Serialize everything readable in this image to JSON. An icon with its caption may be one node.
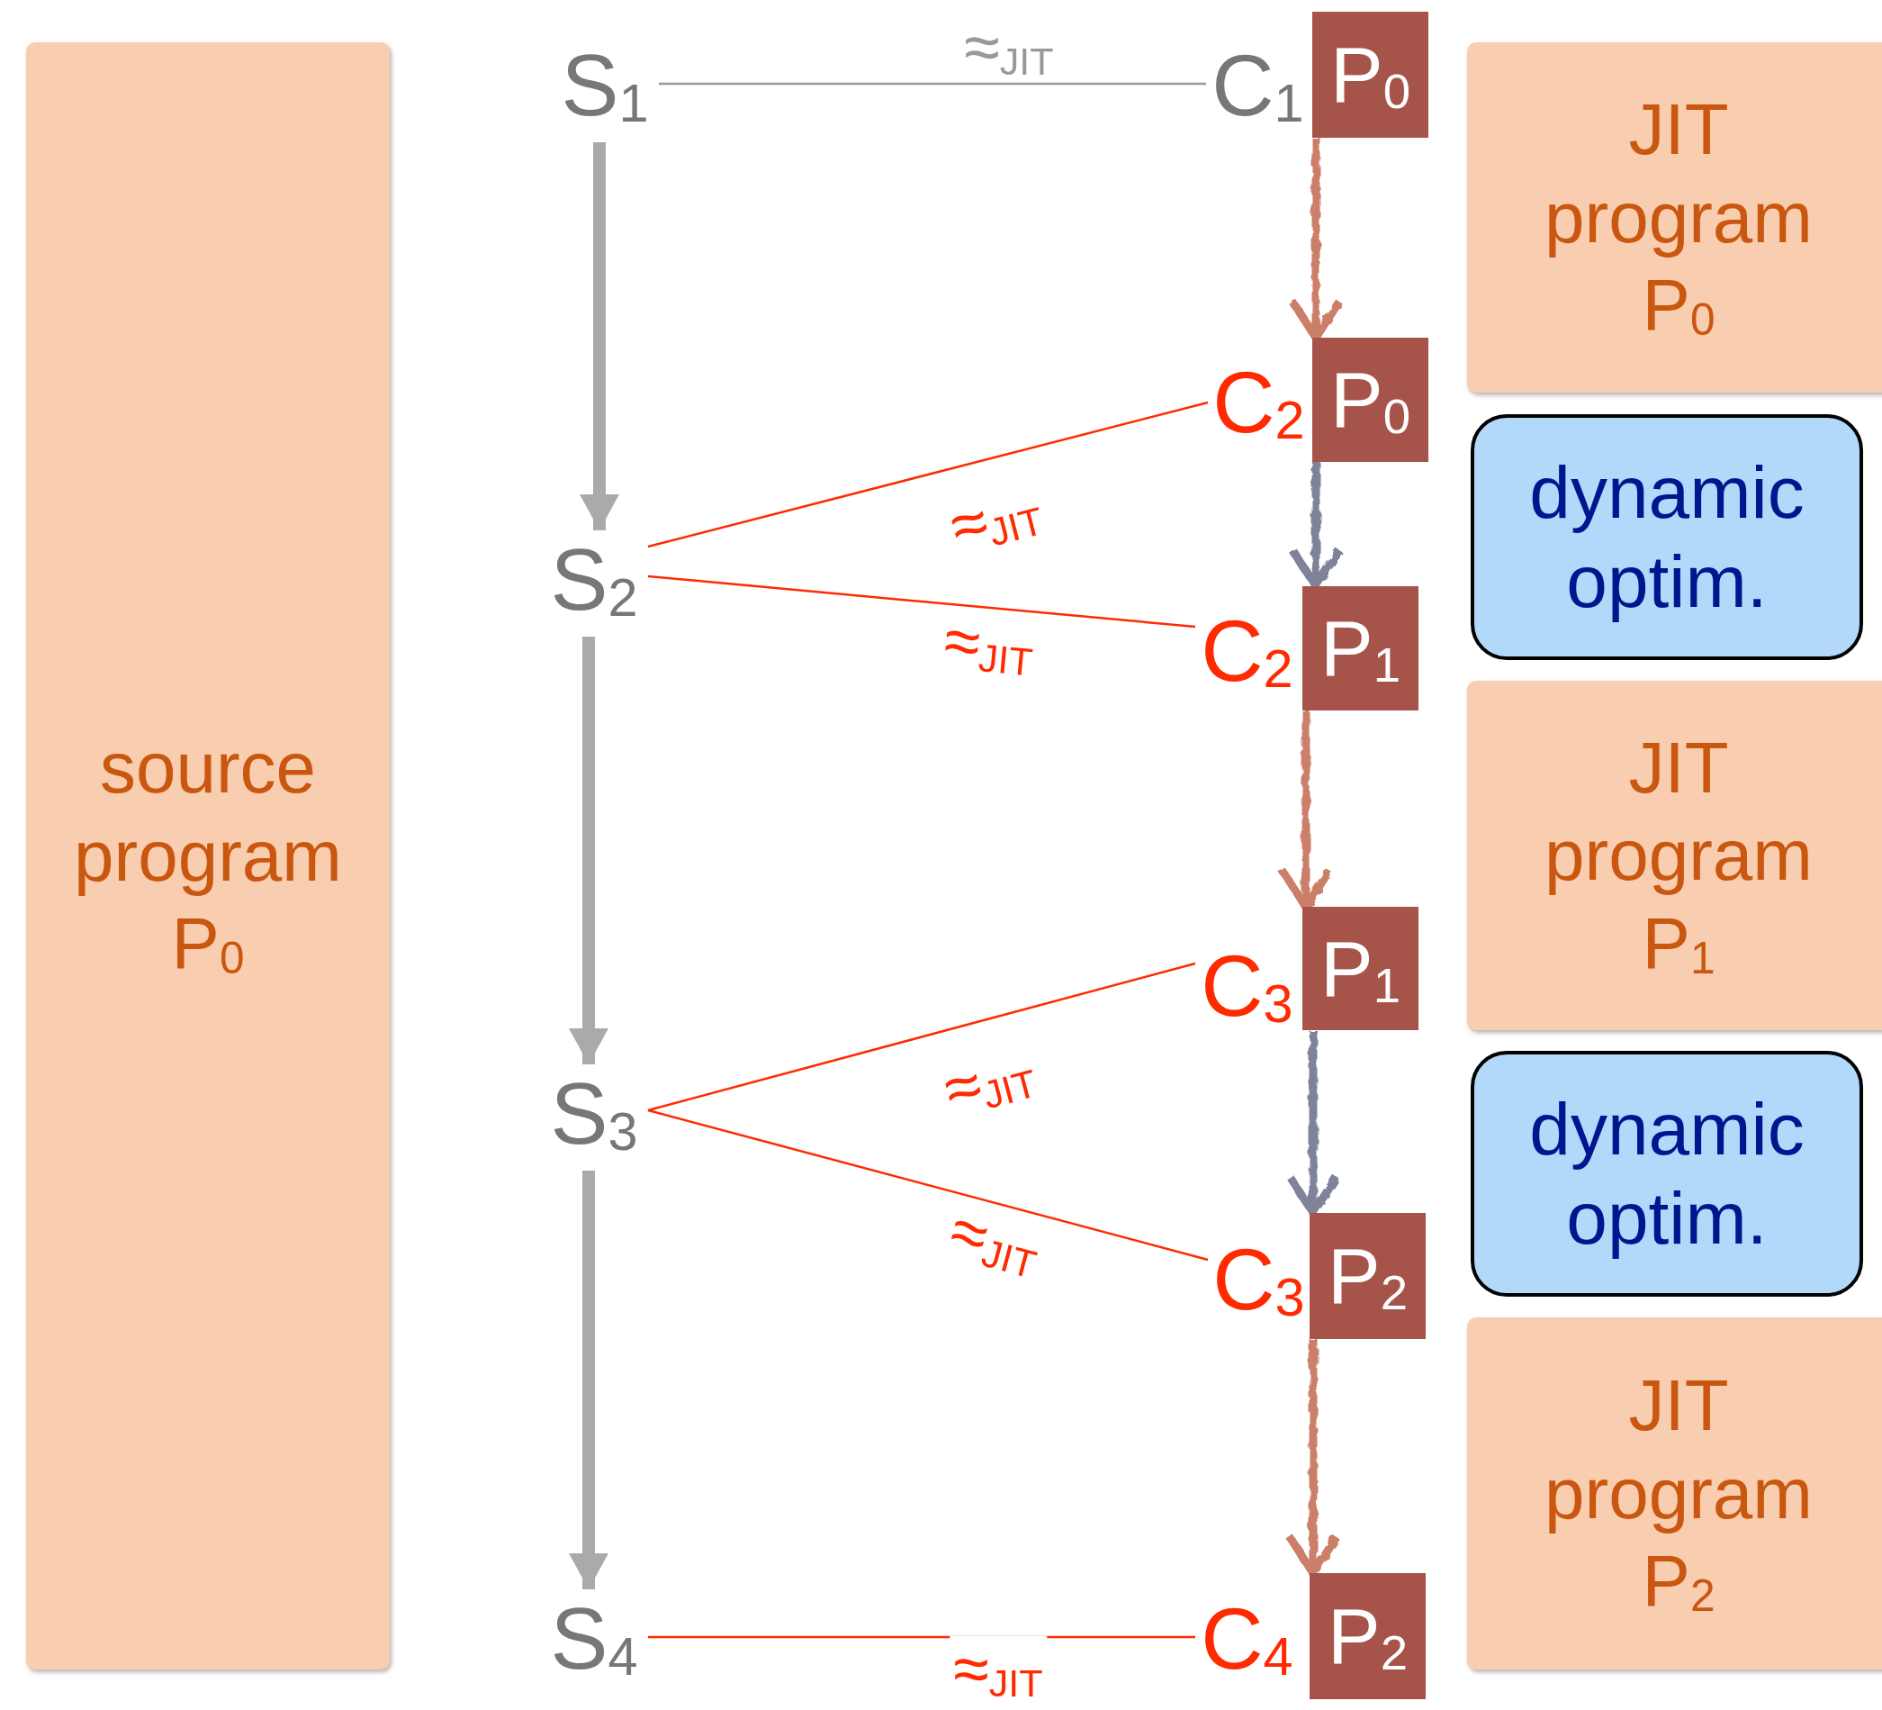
{
  "diagram": {
    "nodes": [
      {
        "text": [
          "source program P$_{0}$"
        ]
      },
      {
        "text": [
          "S$_{1}$"
        ]
      },
      {
        "text": [
          "C$_{1}$"
        ]
      },
      {
        "text": [
          "P$_{0}$"
        ]
      },
      {
        "text": [
          "JIT program P$_{0}$"
        ]
      },
      {
        "text": [
          "C$_{2}$"
        ]
      },
      {
        "text": [
          "P$_{0}$"
        ]
      },
      {
        "text": [
          "dynamic optim."
        ]
      },
      {
        "text": [
          "S$_{2}$"
        ]
      },
      {
        "text": [
          "C$_{2}$"
        ]
      },
      {
        "text": [
          "P$_{1}$"
        ]
      },
      {
        "text": [
          "JIT program P$_{1}$"
        ]
      },
      {
        "text": [
          "C$_{3}$"
        ]
      },
      {
        "text": [
          "P$_{1}$"
        ]
      },
      {
        "text": [
          "S$_{3}$"
        ]
      },
      {
        "text": [
          "dynamic optim."
        ]
      },
      {
        "text": [
          "C$_{3}$"
        ]
      },
      {
        "text": [
          "P$_{2}$"
        ]
      },
      {
        "text": [
          "JIT program P$_{2}$"
        ]
      },
      {
        "text": [
          "S$_{4}$"
        ]
      },
      {
        "text": [
          "C$_{4}$"
        ]
      },
      {
        "text": [
          "P$_{2}$"
        ]
      }
    ],
    "edges": [
      {
        "from": 1,
        "to": 8,
        "arrow": "to",
        "color": "#aaaaaa"
      },
      {
        "from": 8,
        "to": 14,
        "arrow": "to",
        "color": "#aaaaaa"
      },
      {
        "from": 14,
        "to": 19,
        "arrow": "to",
        "color": "#aaaaaa"
      },
      {
        "from": 1,
        "to": 2,
        "arrow": "none",
        "label": "≈$_{JIT}$",
        "color": "#999999"
      },
      {
        "from": 8,
        "to": 5,
        "arrow": "none",
        "label": "≈$_{JIT}$"
      },
      {
        "from": 8,
        "to": 9,
        "arrow": "none",
        "label": "≈$_{JIT}$"
      },
      {
        "from": 14,
        "to": 12,
        "arrow": "none",
        "label": "≈$_{JIT}$"
      },
      {
        "from": 14,
        "to": 16,
        "arrow": "none",
        "label": "≈$_{JIT}$"
      },
      {
        "from": 19,
        "to": 20,
        "arrow": "none",
        "label": "≈$_{JIT}$"
      },
      {
        "from": 3,
        "to": 6,
        "arrow": "to",
        "color": "#cc7f68"
      },
      {
        "from": 6,
        "to": 10,
        "arrow": "to",
        "color": "#7f8399"
      },
      {
        "from": 10,
        "to": 13,
        "arrow": "to",
        "color": "#cc7f68"
      },
      {
        "from": 13,
        "to": 17,
        "arrow": "to",
        "color": "#7f8399"
      },
      {
        "from": 17,
        "to": 21,
        "arrow": "to",
        "color": "#cc7f68"
      }
    ]
  }
}
